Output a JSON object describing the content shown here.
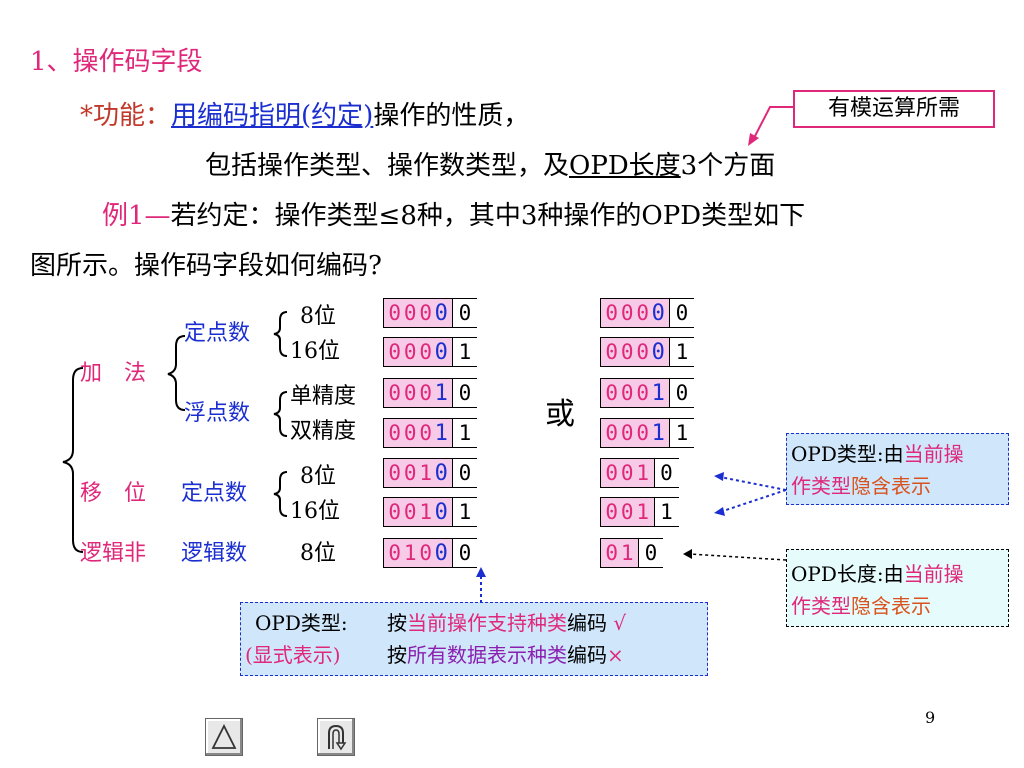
{
  "heading": "1、操作码字段",
  "function_line": {
    "prefix": "*功能：",
    "link": "用编码指明(约定)",
    "rest": "操作的性质，"
  },
  "callout_top": "有模运算所需",
  "line2": {
    "pre": "包括操作类型、操作数类型，及",
    "underlined": "OPD长度",
    "post": "3个方面"
  },
  "example": {
    "label": "例1—",
    "text1": "若约定：操作类型≤8种，其中3种操作的OPD类型如下",
    "text2": "图所示。操作码字段如何编码?"
  },
  "tree": {
    "add": "加　法",
    "shift": "移　位",
    "not": "逻辑非",
    "fixed": "定点数",
    "float": "浮点数",
    "fixed2": "定点数",
    "logicnum": "逻辑数",
    "b8": "8位",
    "b16": "16位",
    "single": "单精度",
    "double": "双精度",
    "b8b": "8位",
    "b16b": "16位",
    "b8c": "8位"
  },
  "or_label": "或",
  "left_codes": [
    [
      "0",
      "0",
      "0",
      "0",
      "0"
    ],
    [
      "0",
      "0",
      "0",
      "0",
      "1"
    ],
    [
      "0",
      "0",
      "0",
      "1",
      "0"
    ],
    [
      "0",
      "0",
      "0",
      "1",
      "1"
    ],
    [
      "0",
      "0",
      "1",
      "0",
      "0"
    ],
    [
      "0",
      "0",
      "1",
      "0",
      "1"
    ],
    [
      "0",
      "1",
      "0",
      "0",
      "0"
    ]
  ],
  "right_codes": [
    [
      "0",
      "0",
      "0",
      "0",
      "0"
    ],
    [
      "0",
      "0",
      "0",
      "0",
      "1"
    ],
    [
      "0",
      "0",
      "0",
      "1",
      "0"
    ],
    [
      "0",
      "0",
      "0",
      "1",
      "1"
    ],
    [
      "0",
      "0",
      "1",
      "0"
    ],
    [
      "0",
      "0",
      "1",
      "1"
    ],
    [
      "0",
      "1",
      "0"
    ]
  ],
  "note_type": {
    "pre": "OPD类型:由",
    "hl1": "当前操",
    "hl2": "作类型",
    "hl3": "隐含表示"
  },
  "note_len": {
    "pre": "OPD长度:由",
    "hl1": "当前操",
    "hl2": "作类型",
    "hl3": "隐含表示"
  },
  "bottom_note": {
    "r1a": "OPD类型:",
    "r1b": "按",
    "r1c": "当前操作支持种类",
    "r1d": "编码",
    "r1e": "√",
    "r2a": "(显式表示)",
    "r2b": "按",
    "r2c": "所有数据表示种类",
    "r2d": "编码",
    "r2e": "×"
  },
  "page_number": "9",
  "colors": {
    "pink": "#e0287a",
    "blue": "#1b2fd0",
    "code_bg": "#f7cbe8",
    "note_bg": "#cfe6fb",
    "note2_bg": "#e6fbfb"
  }
}
